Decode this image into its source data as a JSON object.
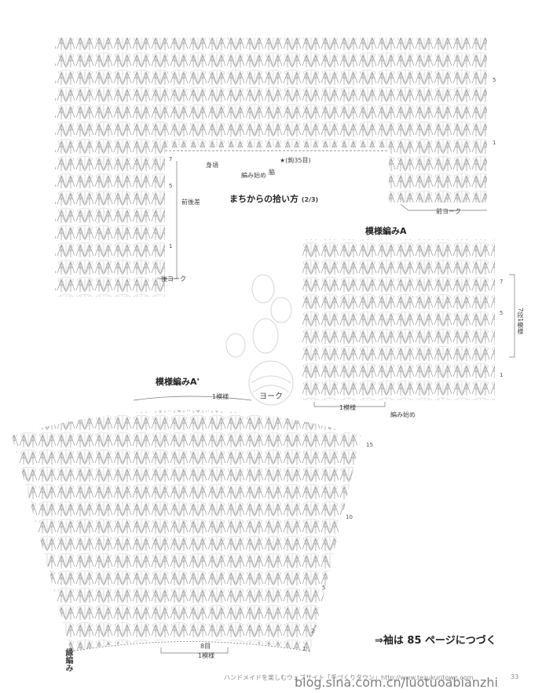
{
  "top": {
    "row_labels": [
      "5",
      "1"
    ],
    "left_row_labels": [
      "7",
      "5",
      "1"
    ],
    "body_label": "身頃",
    "start_label": "編み始め",
    "center_label": "脇",
    "star_label": "★(鉤35目)",
    "front_back_label": "前後差",
    "back_yoke": "後ヨーク",
    "front_yoke": "前ヨーク"
  },
  "pickup_title": "まちからの拾い方",
  "pickup_note": "(2/3)",
  "pattern_a": {
    "title": "模様編みA",
    "row_labels": [
      "7",
      "5",
      "1"
    ],
    "repeat_label": "7段1模様",
    "one_pattern": "1模様",
    "start_label": "編み始め"
  },
  "pattern_a2": {
    "title": "模様編みA'",
    "one_pattern": "1模様",
    "yoke_label": "ヨーク",
    "row_labels": [
      "15",
      "10",
      "5",
      "2",
      "1"
    ],
    "st8": "8目",
    "one_pattern_bottom": "1模様",
    "edge_label": "縁編み"
  },
  "note": "⇒袖は 85 ページにつづく",
  "footer": "ハンドメイドを楽しむウェブサイト「手づくりタウン」http://www.tezukuritown.com",
  "watermark_url": "blog.sina.com.cn/luotuoabianzhi",
  "page_number": "33"
}
